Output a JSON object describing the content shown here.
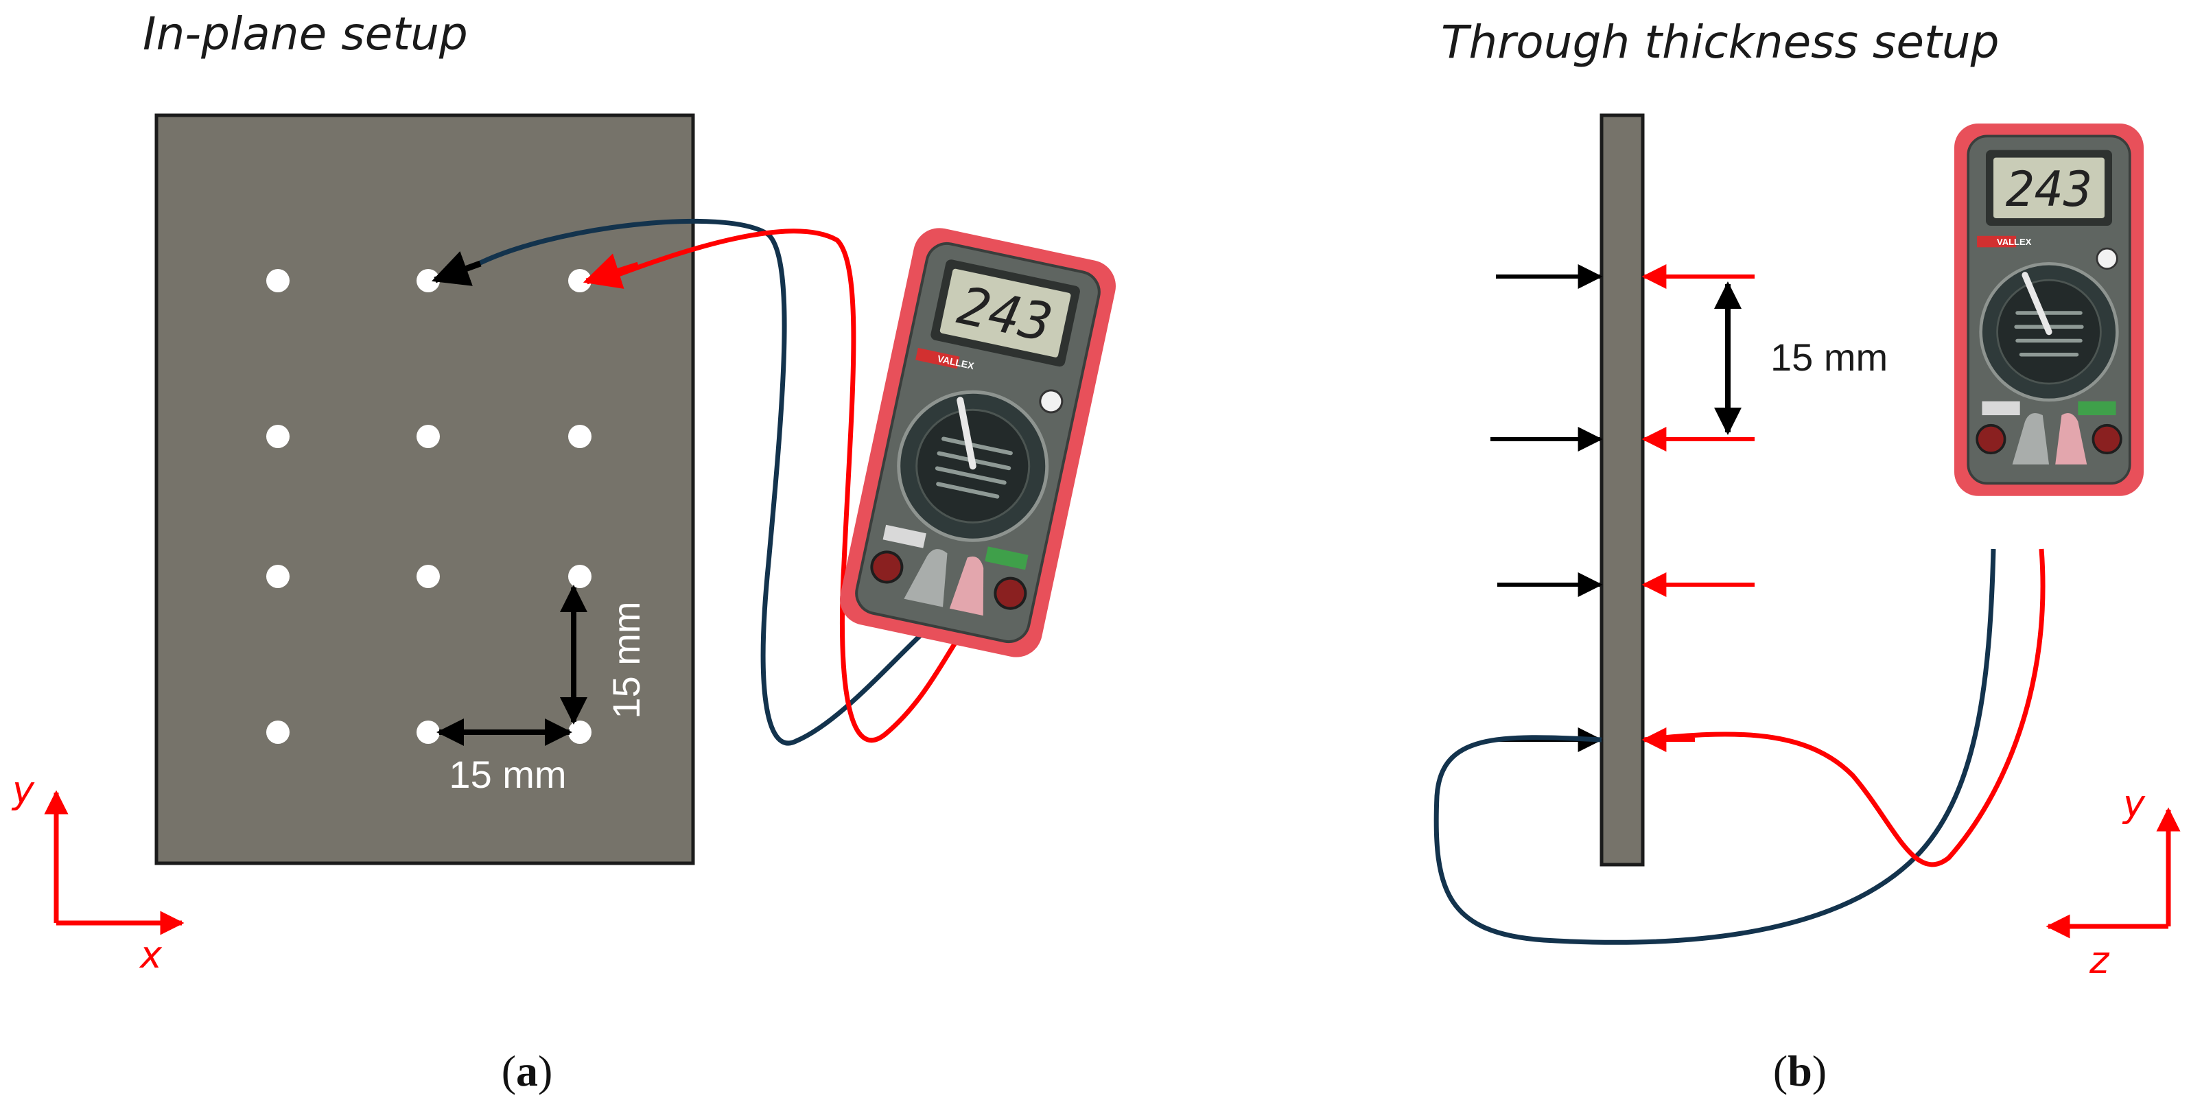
{
  "panel_a": {
    "title": "In-plane setup",
    "dim_horizontal": "15 mm",
    "dim_vertical": "15 mm",
    "axis_x": "x",
    "axis_y": "y",
    "caption_open": "(",
    "caption_letter": "a",
    "caption_close": ")",
    "meter_reading": "243",
    "meter_brand": "VALLEX"
  },
  "panel_b": {
    "title": "Through thickness setup",
    "dim_vertical": "15 mm",
    "axis_y": "y",
    "axis_z": "z",
    "caption_open": "(",
    "caption_letter": "b",
    "caption_close": ")",
    "meter_reading": "243",
    "meter_brand": "VALLEX"
  },
  "colors": {
    "specimen": "#76736a",
    "probe_black": "#000000",
    "probe_red": "#ff0000",
    "wire_dark": "#13334d",
    "meter_red": "#e8505a",
    "meter_body": "#5f6561",
    "lcd": "#c9ccb7"
  }
}
